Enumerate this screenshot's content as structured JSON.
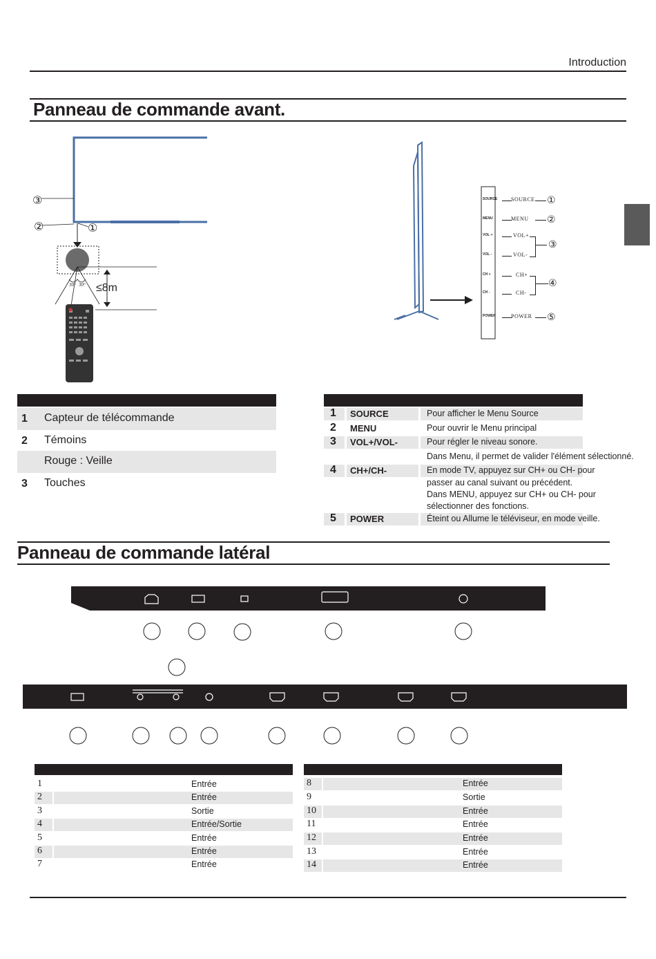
{
  "header": {
    "section": "Introduction"
  },
  "front_panel": {
    "title": "Panneau de commande avant.",
    "distance_label": "≤8m",
    "angle_left": "30°",
    "angle_right": "30°",
    "callouts": [
      "③",
      "②",
      "①"
    ],
    "side_buttons": [
      {
        "button": "SOURCE",
        "label": "SOURCE",
        "marker": "①"
      },
      {
        "button": "MENU",
        "label": "MENU",
        "marker": "②"
      },
      {
        "button": "VOL +",
        "label": "VOL+",
        "marker": "③"
      },
      {
        "button": "VOL -",
        "label": "VOL-",
        "marker": ""
      },
      {
        "button": "CH +",
        "label": "CH+",
        "marker": "④"
      },
      {
        "button": "CH -",
        "label": "CH-",
        "marker": ""
      },
      {
        "button": "POWER",
        "label": "POWER",
        "marker": "⑤"
      }
    ],
    "left_table": [
      {
        "num": "1",
        "text": "Capteur de télécommande"
      },
      {
        "num": "2",
        "text": "Témoins"
      },
      {
        "num": "",
        "text": "Rouge : Veille"
      },
      {
        "num": "3",
        "text": "Touches"
      }
    ],
    "right_table": [
      {
        "num": "1",
        "key": "SOURCE",
        "desc": "Pour afficher le Menu Source"
      },
      {
        "num": "2",
        "key": "MENU",
        "desc": "Pour ouvrir le Menu principal"
      },
      {
        "num": "3",
        "key": "VOL+/VOL-",
        "desc": "Pour régler le niveau sonore."
      },
      {
        "num": "",
        "key": "",
        "desc": "Dans Menu, il permet de valider l'élément sélectionné."
      },
      {
        "num": "4",
        "key": "CH+/CH-",
        "desc": "En mode TV, appuyez sur CH+ ou CH- pour"
      },
      {
        "num": "",
        "key": "",
        "desc": "passer au canal suivant ou précédent."
      },
      {
        "num": "",
        "key": "",
        "desc": "Dans MENU, appuyez sur CH+ ou CH- pour"
      },
      {
        "num": "",
        "key": "",
        "desc": "sélectionner des fonctions."
      },
      {
        "num": "5",
        "key": "POWER",
        "desc": "Éteint ou Allume le téléviseur, en mode veille."
      }
    ]
  },
  "side_panel": {
    "title": "Panneau de commande latéral",
    "left_table": [
      {
        "num": "1",
        "type": "Entrée"
      },
      {
        "num": "2",
        "type": "Entrée"
      },
      {
        "num": "3",
        "type": "Sortie"
      },
      {
        "num": "4",
        "type": "Entrée/Sortie"
      },
      {
        "num": "5",
        "type": "Entrée"
      },
      {
        "num": "6",
        "type": "Entrée"
      },
      {
        "num": "7",
        "type": "Entrée"
      }
    ],
    "right_table": [
      {
        "num": "8",
        "type": "Entrée"
      },
      {
        "num": "9",
        "type": "Sortie"
      },
      {
        "num": "10",
        "type": "Entrée"
      },
      {
        "num": "11",
        "type": "Entrée"
      },
      {
        "num": "12",
        "type": "Entrée"
      },
      {
        "num": "13",
        "type": "Entrée"
      },
      {
        "num": "14",
        "type": "Entrée"
      }
    ]
  }
}
